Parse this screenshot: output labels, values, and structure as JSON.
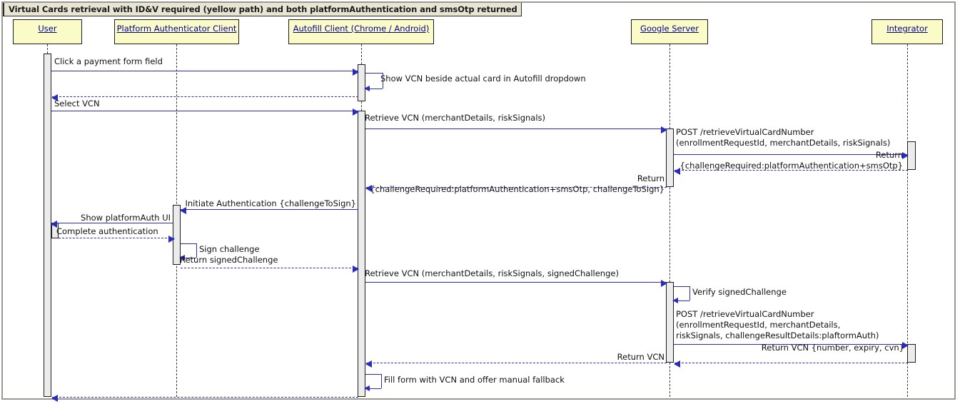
{
  "diagram": {
    "type": "uml-sequence-diagram",
    "title": "Virtual Cards retrieval with ID&V required (yellow path) and both platformAuthentication and smsOtp returned",
    "colors": {
      "actor_fill": "#fbfbc8",
      "actor_border": "#1c1c1c",
      "actor_text": "#00008b",
      "arrow": "#2b2bbe",
      "activation_fill": "#ececec",
      "frame_border": "#9a9a93",
      "title_fill": "#e8e5d4"
    }
  },
  "participants": [
    {
      "id": "user",
      "label": "User"
    },
    {
      "id": "platauth",
      "label": "Platform Authenticator Client"
    },
    {
      "id": "autofill",
      "label": "Autofill Client (Chrome / Android)"
    },
    {
      "id": "gserver",
      "label": "Google Server"
    },
    {
      "id": "integrator",
      "label": "Integrator"
    }
  ],
  "messages": [
    {
      "n": 1,
      "from": "user",
      "to": "autofill",
      "kind": "call",
      "label": "Click a payment form field"
    },
    {
      "n": 2,
      "from": "autofill",
      "to": "autofill",
      "kind": "self",
      "label": "Show VCN beside actual card in Autofill dropdown"
    },
    {
      "n": 3,
      "from": "autofill",
      "to": "user",
      "kind": "return",
      "label": ""
    },
    {
      "n": 4,
      "from": "user",
      "to": "autofill",
      "kind": "call",
      "label": "Select VCN"
    },
    {
      "n": 5,
      "from": "autofill",
      "to": "gserver",
      "kind": "call",
      "label": "Retrieve VCN (merchantDetails, riskSignals)"
    },
    {
      "n": 6,
      "from": "gserver",
      "to": "integrator",
      "kind": "call",
      "label": "POST /retrieveVirtualCardNumber\n(enrollmentRequestId, merchantDetails, riskSignals)"
    },
    {
      "n": 7,
      "from": "integrator",
      "to": "gserver",
      "kind": "return",
      "label": "Return\n{challengeRequired:platformAuthentication+smsOtp}"
    },
    {
      "n": 8,
      "from": "gserver",
      "to": "autofill",
      "kind": "return",
      "label": "Return\n{challengeRequired:platformAuthentication+smsOtp, challengeToSign}"
    },
    {
      "n": 9,
      "from": "autofill",
      "to": "platauth",
      "kind": "call",
      "label": "Initiate Authentication {challengeToSign}"
    },
    {
      "n": 10,
      "from": "platauth",
      "to": "user",
      "kind": "call",
      "label": "Show platformAuth UI"
    },
    {
      "n": 11,
      "from": "user",
      "to": "platauth",
      "kind": "return",
      "label": "Complete authentication"
    },
    {
      "n": 12,
      "from": "platauth",
      "to": "platauth",
      "kind": "self",
      "label": "Sign challenge"
    },
    {
      "n": 13,
      "from": "platauth",
      "to": "autofill",
      "kind": "return",
      "label": "Return signedChallenge"
    },
    {
      "n": 14,
      "from": "autofill",
      "to": "gserver",
      "kind": "call",
      "label": "Retrieve VCN (merchantDetails, riskSignals, signedChallenge)"
    },
    {
      "n": 15,
      "from": "gserver",
      "to": "gserver",
      "kind": "self",
      "label": "Verify signedChallenge"
    },
    {
      "n": 16,
      "from": "gserver",
      "to": "integrator",
      "kind": "call",
      "label": "POST /retrieveVirtualCardNumber\n(enrollmentRequestId, merchantDetails,\nriskSignals, challengeResultDetails:plaftormAuth)"
    },
    {
      "n": 17,
      "from": "integrator",
      "to": "gserver",
      "kind": "return",
      "label": "Return VCN {number, expiry, cvn}"
    },
    {
      "n": 18,
      "from": "gserver",
      "to": "autofill",
      "kind": "return",
      "label": "Return VCN"
    },
    {
      "n": 19,
      "from": "autofill",
      "to": "autofill",
      "kind": "self",
      "label": "Fill form with VCN and offer manual fallback"
    },
    {
      "n": 20,
      "from": "autofill",
      "to": "user",
      "kind": "return",
      "label": ""
    }
  ],
  "labels": {
    "m1": "Click a payment form field",
    "m2": "Show VCN beside actual card in Autofill dropdown",
    "m4": "Select VCN",
    "m5": "Retrieve VCN (merchantDetails, riskSignals)",
    "m6a": "POST  /retrieveVirtualCardNumber",
    "m6b": "(enrollmentRequestId, merchantDetails, riskSignals)",
    "m7a": "Return",
    "m7b": "{challengeRequired:platformAuthentication+smsOtp}",
    "m8a": "Return",
    "m8b": "{challengeRequired:platformAuthentication+smsOtp, challengeToSign}",
    "m9": "Initiate Authentication {challengeToSign}",
    "m10": "Show platformAuth UI",
    "m11": "Complete authentication",
    "m12": "Sign challenge",
    "m13": "Return signedChallenge",
    "m14": "Retrieve VCN (merchantDetails, riskSignals, signedChallenge)",
    "m15": "Verify signedChallenge",
    "m16a": "POST  /retrieveVirtualCardNumber",
    "m16b": "(enrollmentRequestId, merchantDetails,",
    "m16c": "riskSignals, challengeResultDetails:plaftormAuth)",
    "m17": "Return VCN {number, expiry, cvn}",
    "m18": "Return VCN",
    "m19": "Fill form with VCN and offer manual fallback"
  }
}
